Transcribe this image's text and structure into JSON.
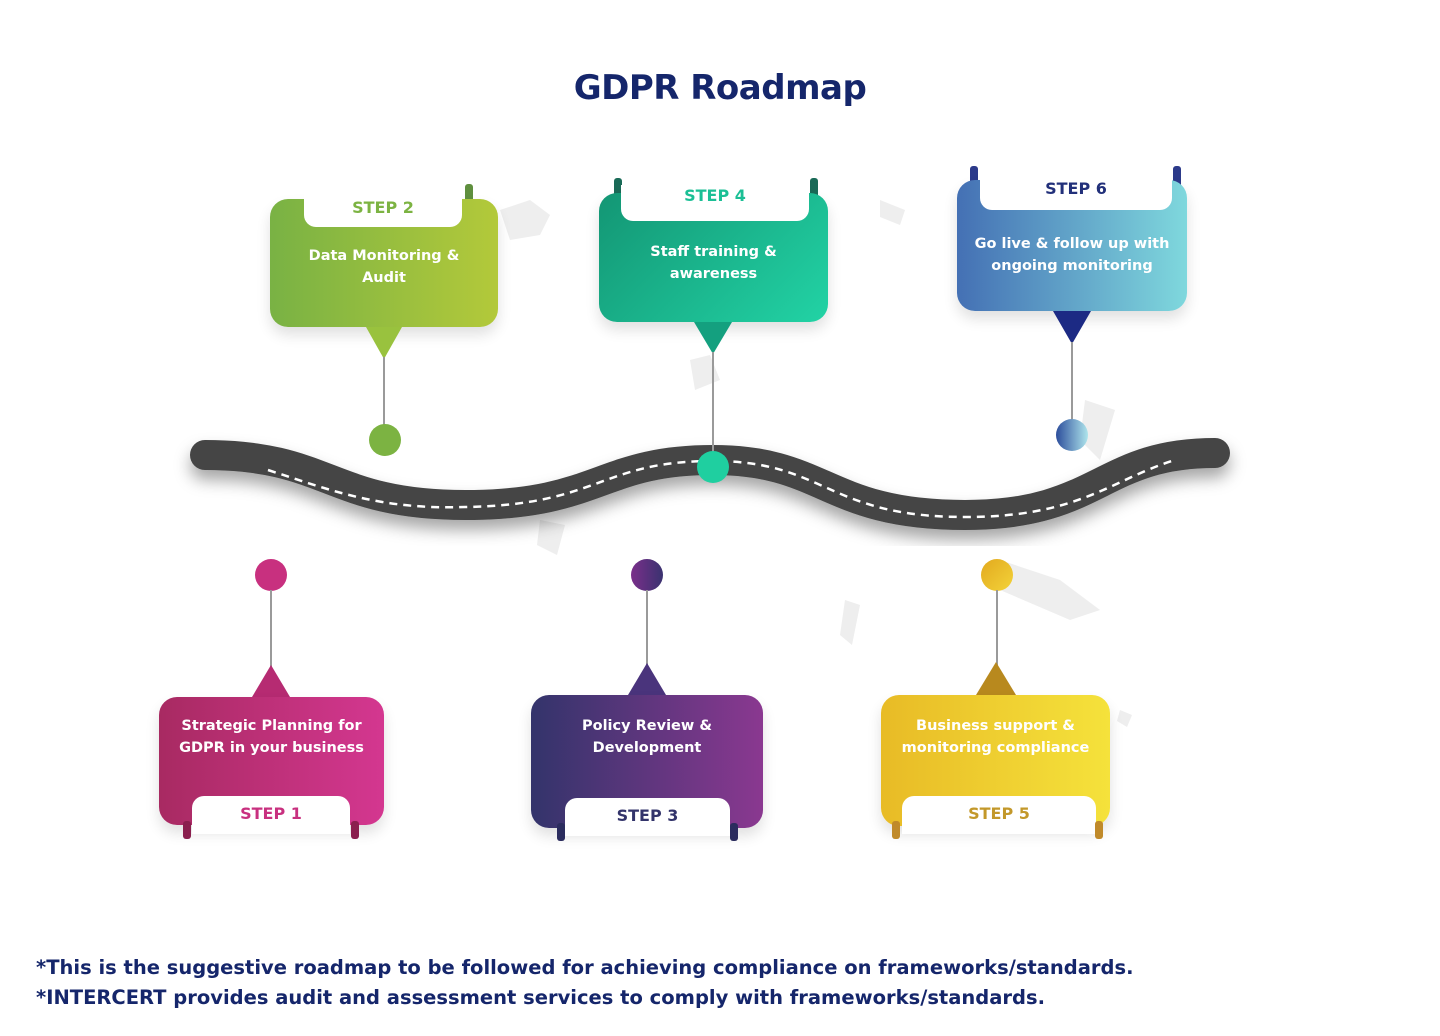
{
  "title": "GDPR Roadmap",
  "steps": [
    {
      "label": "STEP 1",
      "text": "Strategic Planning for GDPR in your business",
      "color": "#c8307f"
    },
    {
      "label": "STEP 2",
      "text": "Data Monitoring & Audit",
      "color": "#8bb83f"
    },
    {
      "label": "STEP 3",
      "text": "Policy Review & Development",
      "color": "#5b3a86"
    },
    {
      "label": "STEP 4",
      "text": "Staff training & awareness",
      "color": "#1bbf95"
    },
    {
      "label": "STEP 5",
      "text": "Business support & monitoring compliance",
      "color": "#e8c52a"
    },
    {
      "label": "STEP 6",
      "text": "Go live & follow up with ongoing monitoring",
      "color": "#4a7fc0"
    }
  ],
  "footnotes": [
    "*This is the suggestive roadmap to be followed for achieving compliance on frameworks/standards.",
    "*INTERCERT provides audit and assessment services to comply with frameworks/standards."
  ]
}
